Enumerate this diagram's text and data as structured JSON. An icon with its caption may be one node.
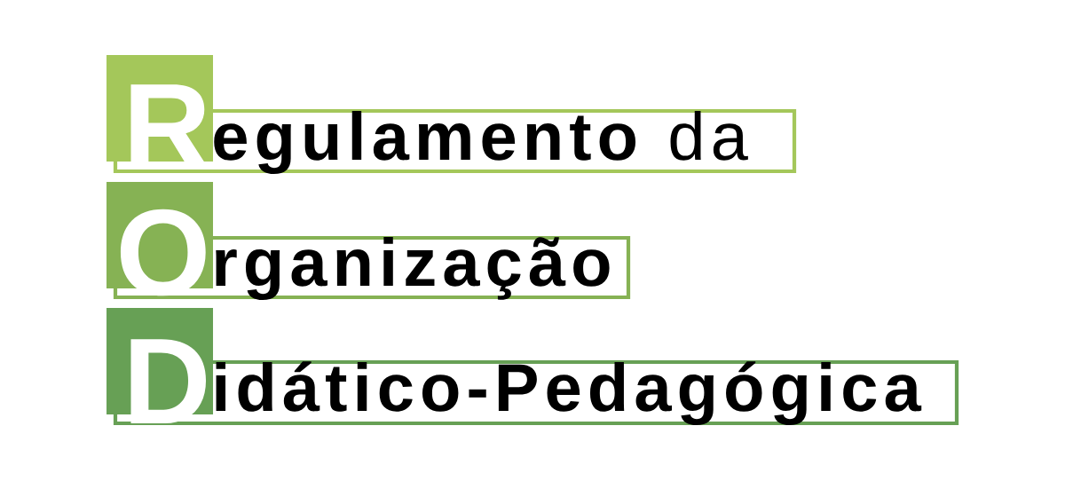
{
  "diagram": {
    "nodes": [
      {
        "text": [
          "R"
        ]
      },
      {
        "text": [
          "**egulamento** da"
        ]
      },
      {
        "text": [
          "O"
        ]
      },
      {
        "text": [
          "rganização"
        ]
      },
      {
        "text": [
          "D"
        ]
      },
      {
        "text": [
          "idático-Pedagógica"
        ]
      }
    ]
  }
}
